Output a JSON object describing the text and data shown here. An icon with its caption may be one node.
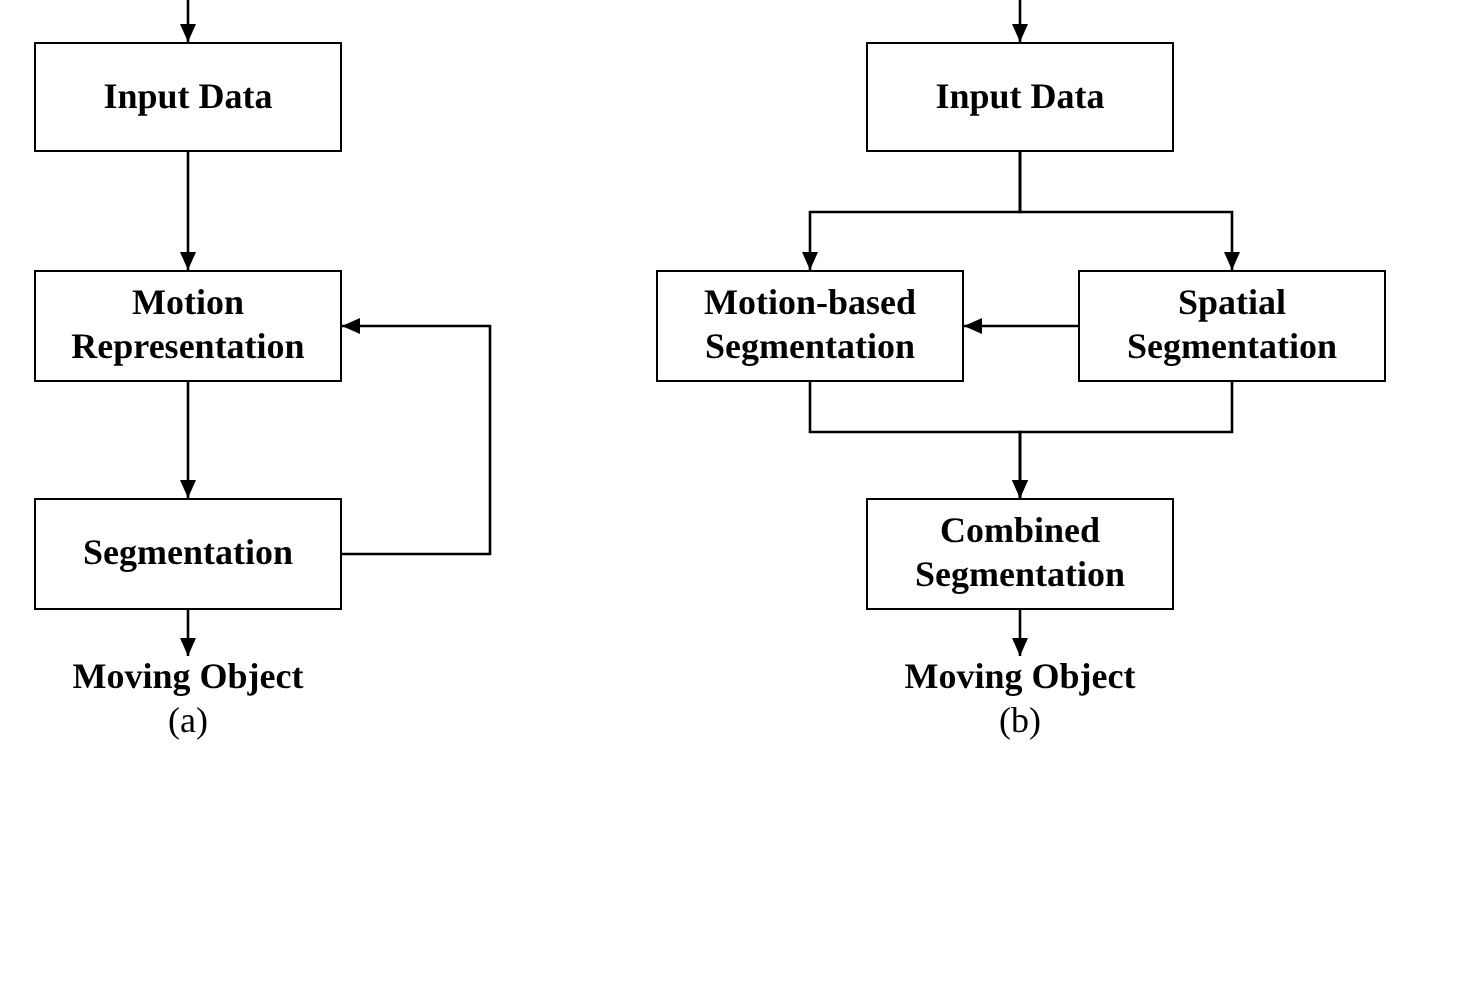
{
  "diagram": {
    "nodes": [
      {
        "text": [
          "Input Data"
        ]
      },
      {
        "text": [
          "Motion Representation"
        ]
      },
      {
        "text": [
          "Segmentation"
        ]
      },
      {
        "text": [
          "Moving Object"
        ]
      },
      {
        "text": [
          "Input Data"
        ]
      },
      {
        "text": [
          "Motion-based Segmentation"
        ]
      },
      {
        "text": [
          "Spatial Segmentation"
        ]
      },
      {
        "text": [
          "Combined Segmentation"
        ]
      },
      {
        "text": [
          "Moving Object"
        ]
      }
    ],
    "edges": [
      {
        "from": null,
        "to": 0,
        "arrow": "to"
      },
      {
        "from": 0,
        "to": 1,
        "arrow": "to"
      },
      {
        "from": 1,
        "to": 2,
        "arrow": "to"
      },
      {
        "from": 2,
        "to": 1,
        "arrow": "to"
      },
      {
        "from": 2,
        "to": 3,
        "arrow": "to"
      },
      {
        "from": null,
        "to": 4,
        "arrow": "to"
      },
      {
        "from": 4,
        "to": 5,
        "arrow": "to"
      },
      {
        "from": 4,
        "to": 6,
        "arrow": "to"
      },
      {
        "from": 6,
        "to": 5,
        "arrow": "to"
      },
      {
        "from": 5,
        "to": 7,
        "arrow": "to"
      },
      {
        "from": 6,
        "to": 7,
        "arrow": "to"
      },
      {
        "from": 7,
        "to": 8,
        "arrow": "to"
      }
    ],
    "labels": [
      "(a)",
      "(b)"
    ]
  }
}
